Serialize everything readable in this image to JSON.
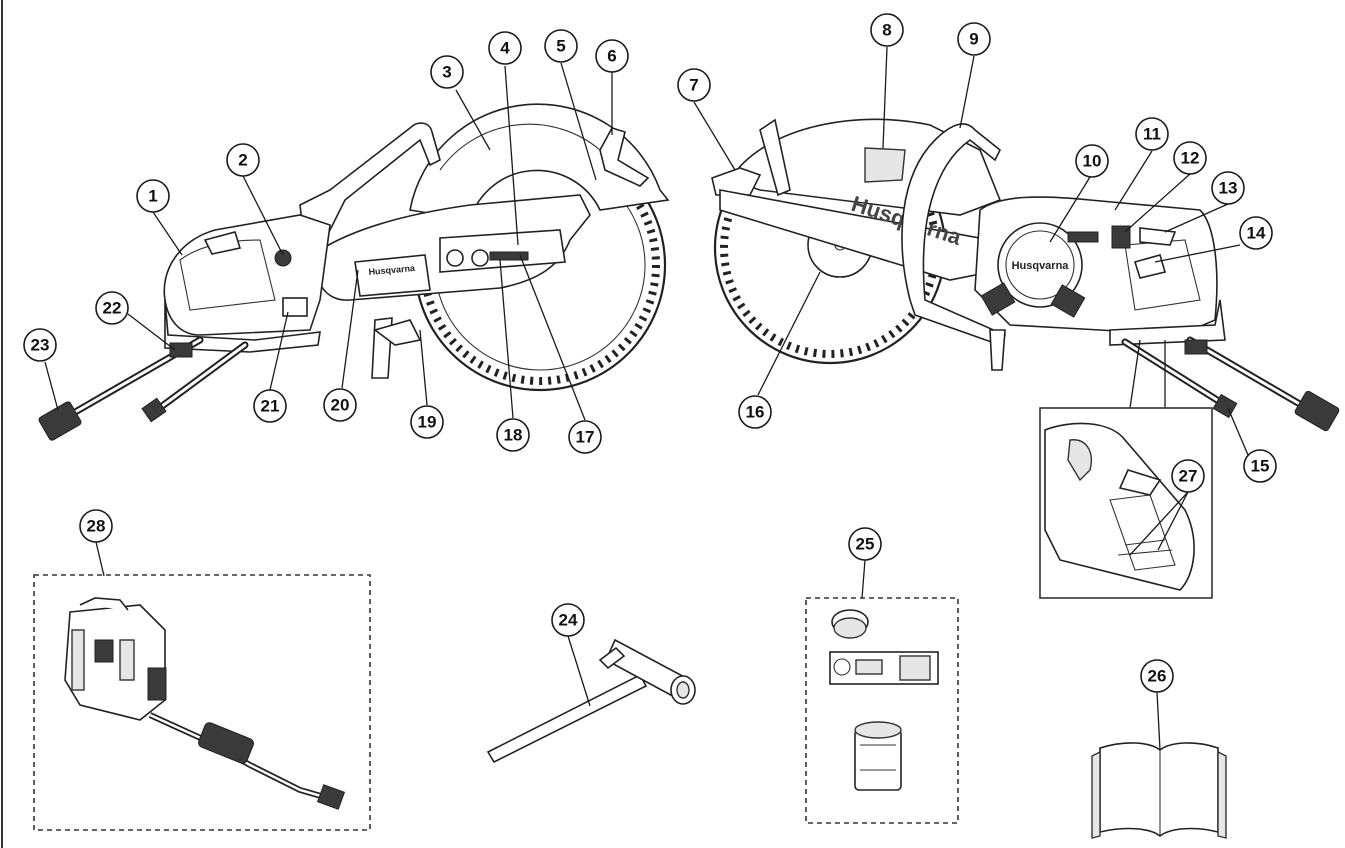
{
  "brand": "Husqvarna",
  "brand_secondary": "Husqvarna",
  "callouts": [
    "1",
    "2",
    "3",
    "4",
    "5",
    "6",
    "7",
    "8",
    "9",
    "10",
    "11",
    "12",
    "13",
    "14",
    "15",
    "16",
    "17",
    "18",
    "19",
    "20",
    "21",
    "22",
    "23",
    "24",
    "25",
    "26",
    "27",
    "28"
  ],
  "colors": {
    "line": "#1a1a1a",
    "fill": "#ffffff",
    "shade": "#e6e6e6",
    "dark": "#3a3a3a"
  }
}
